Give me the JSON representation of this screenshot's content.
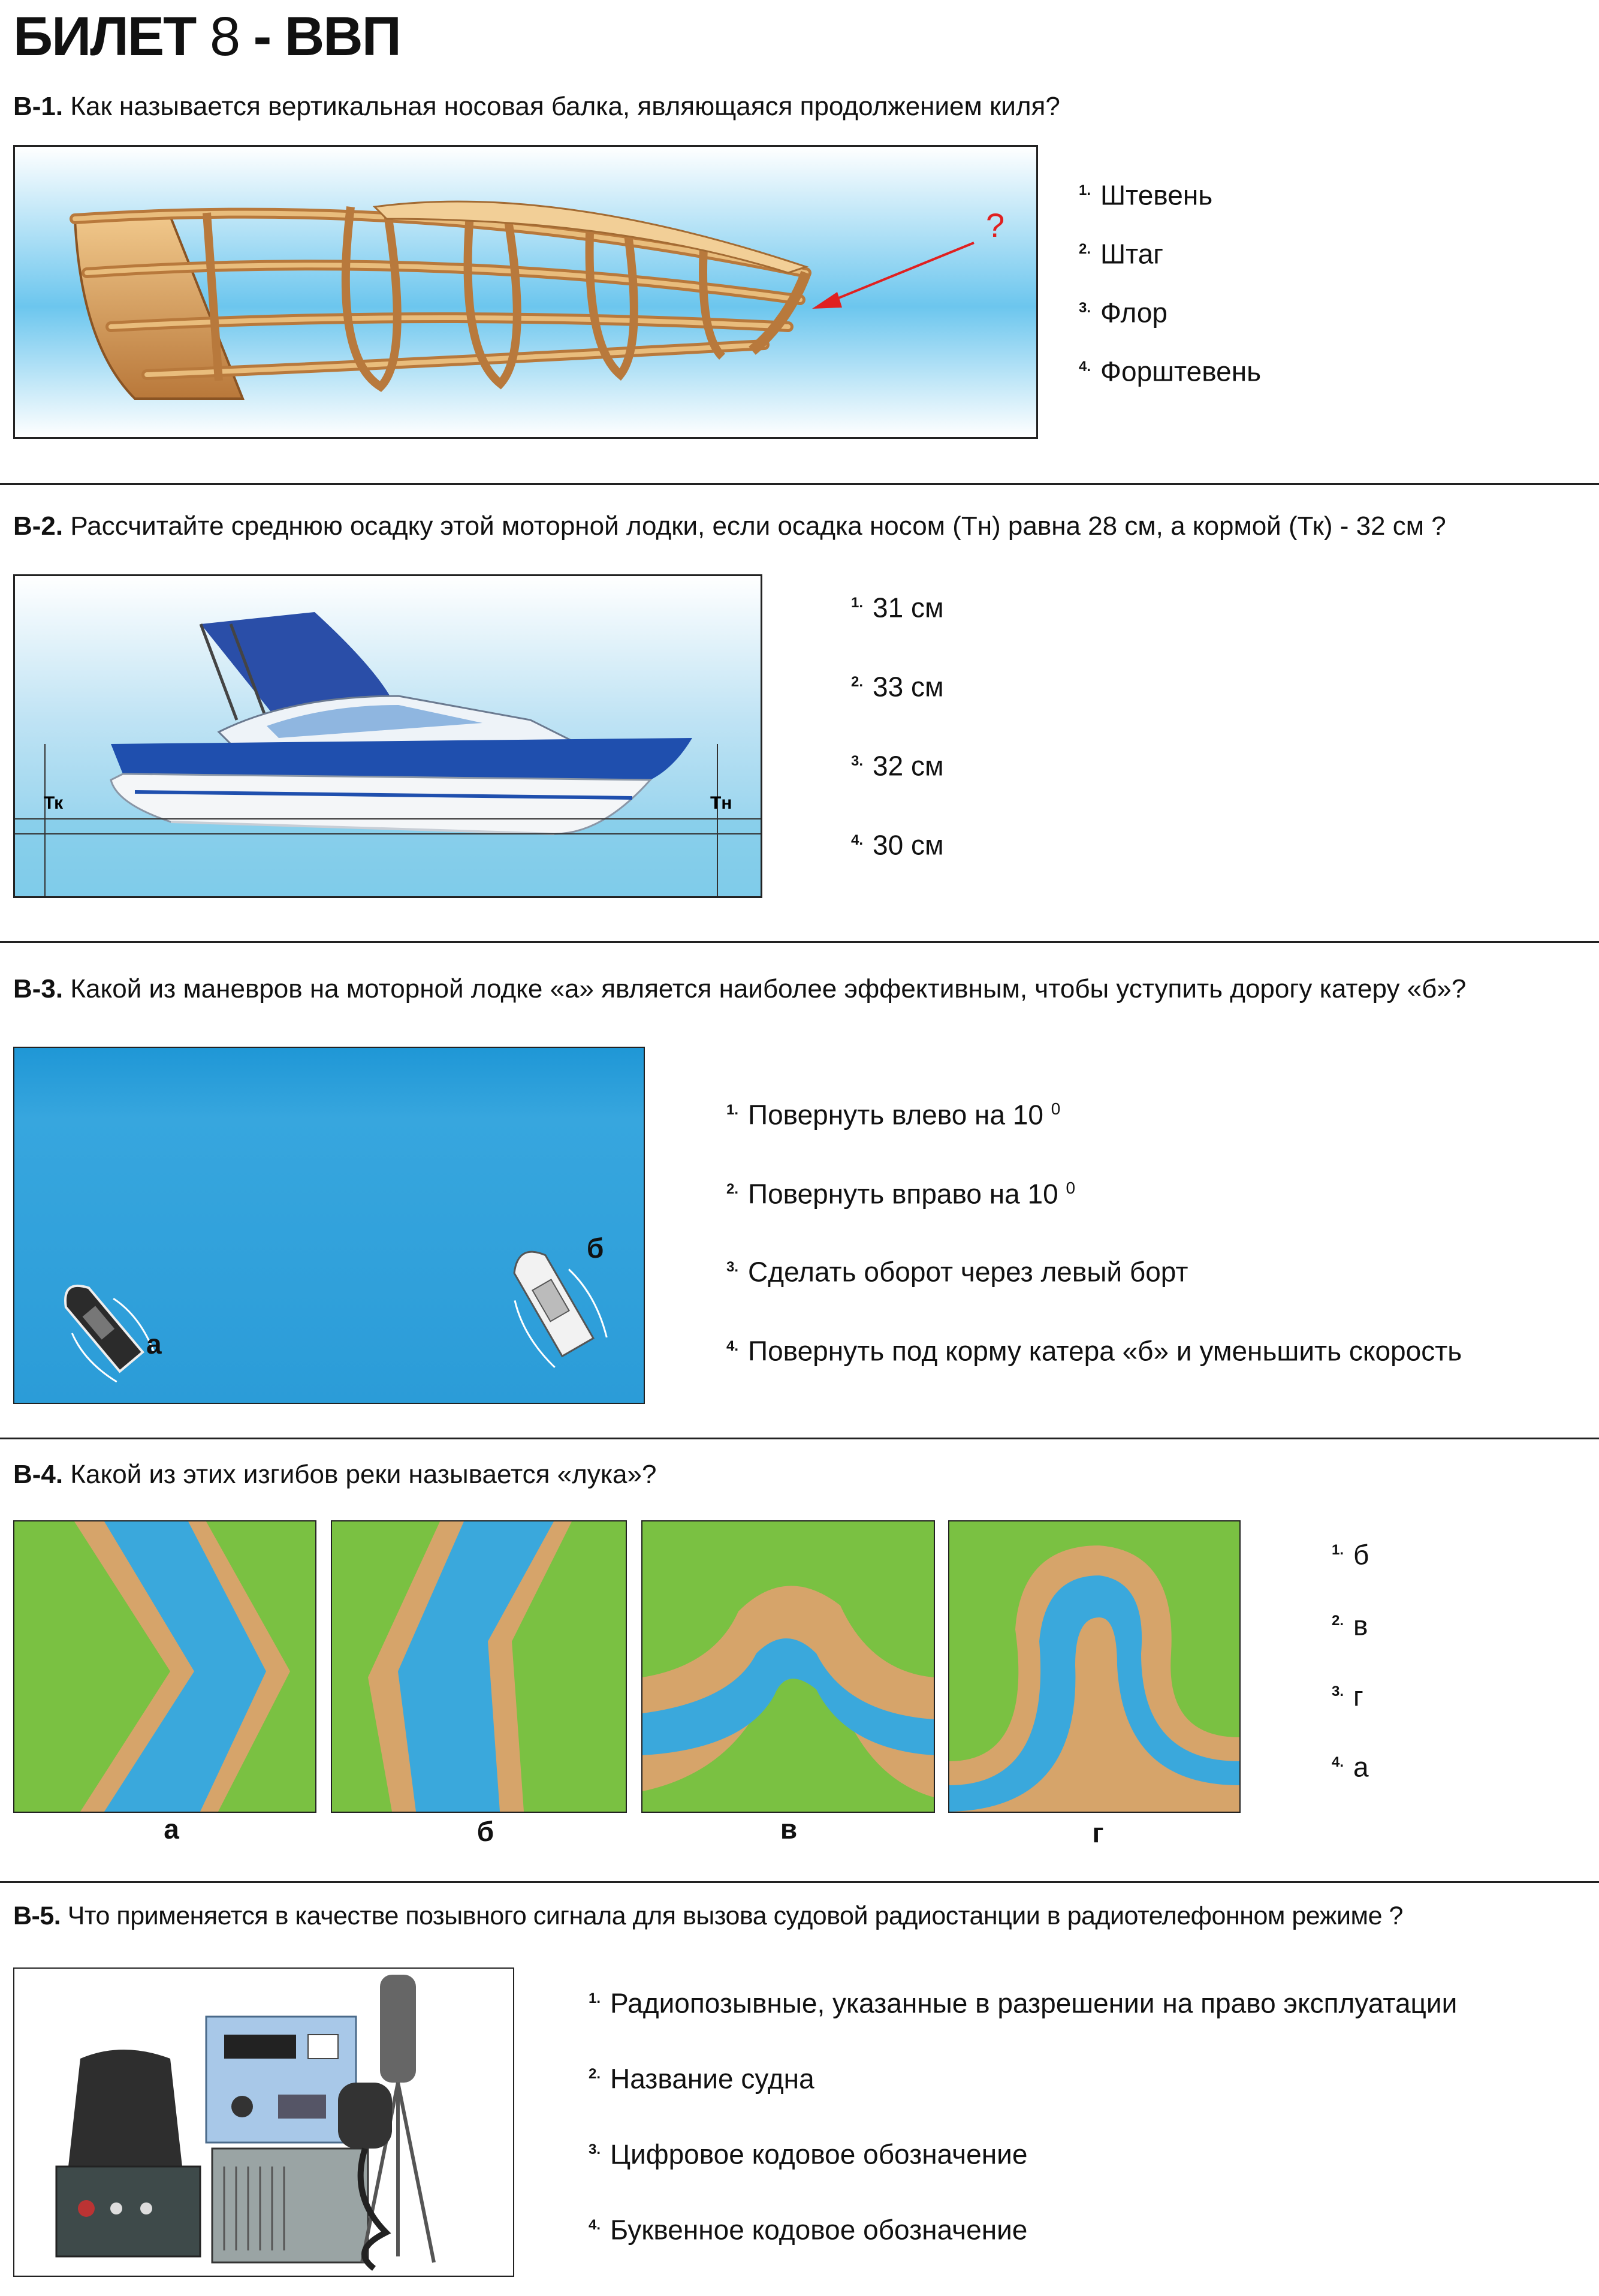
{
  "title": {
    "part1": "БИЛЕТ ",
    "num": "8",
    "part2": " - ВВП"
  },
  "q1": {
    "code": "В-1.",
    "text": "Как называется вертикальная носовая балка, являющаяся продолжением киля?",
    "mark": "?",
    "answers": [
      {
        "n": "1.",
        "text": "Штевень"
      },
      {
        "n": "2.",
        "text": "Штаг"
      },
      {
        "n": "3.",
        "text": "Флор"
      },
      {
        "n": "4.",
        "text": "Форштевень"
      }
    ]
  },
  "q2": {
    "code": "В-2.",
    "text": "Рассчитайте среднюю осадку этой моторной лодки, если осадка носом (Тн) равна 28 см, а кормой (Тк) - 32 см ?",
    "label_stern": "Тк",
    "label_bow": "Тн",
    "answers": [
      {
        "n": "1.",
        "text": "31 см"
      },
      {
        "n": "2.",
        "text": "33 см"
      },
      {
        "n": "3.",
        "text": "32 см"
      },
      {
        "n": "4.",
        "text": "30 см"
      }
    ]
  },
  "q3": {
    "code": "В-3.",
    "text": "Какой из маневров на моторной лодке «а» является наиболее эффективным, чтобы уступить дорогу катеру «б»?",
    "label_a": "а",
    "label_b": "б",
    "answers": [
      {
        "n": "1.",
        "text": "Повернуть влево на 10",
        "sup": "0"
      },
      {
        "n": "2.",
        "text": "Повернуть вправо на 10",
        "sup": "0"
      },
      {
        "n": "3.",
        "text": "Сделать оборот через левый борт",
        "sup": ""
      },
      {
        "n": "4.",
        "text": "Повернуть под корму катера «б»  и уменьшить скорость",
        "sup": ""
      }
    ]
  },
  "q4": {
    "code": "В-4.",
    "text": "Какой из этих изгибов реки называется «лука»?",
    "labels": [
      "а",
      "б",
      "в",
      "г"
    ],
    "answers": [
      {
        "n": "1.",
        "text": "б"
      },
      {
        "n": "2.",
        "text": "в"
      },
      {
        "n": "3.",
        "text": "г"
      },
      {
        "n": "4.",
        "text": "а"
      }
    ]
  },
  "q5": {
    "code": "В-5.",
    "text": "Что применяется в качестве позывного сигнала для вызова судовой радиостанции в радиотелефонном режиме ?",
    "answers": [
      {
        "n": "1.",
        "text": "Радиопозывные, указанные в разрешении на право эксплуатации"
      },
      {
        "n": "2.",
        "text": "Название судна"
      },
      {
        "n": "3.",
        "text": "Цифровое кодовое обозначение"
      },
      {
        "n": "4.",
        "text": "Буквенное кодовое обозначение"
      }
    ]
  },
  "colors": {
    "water": "#3aa8dc",
    "land": "#7ac142",
    "bank": "#d6a46a",
    "arrow": "#e02020"
  }
}
